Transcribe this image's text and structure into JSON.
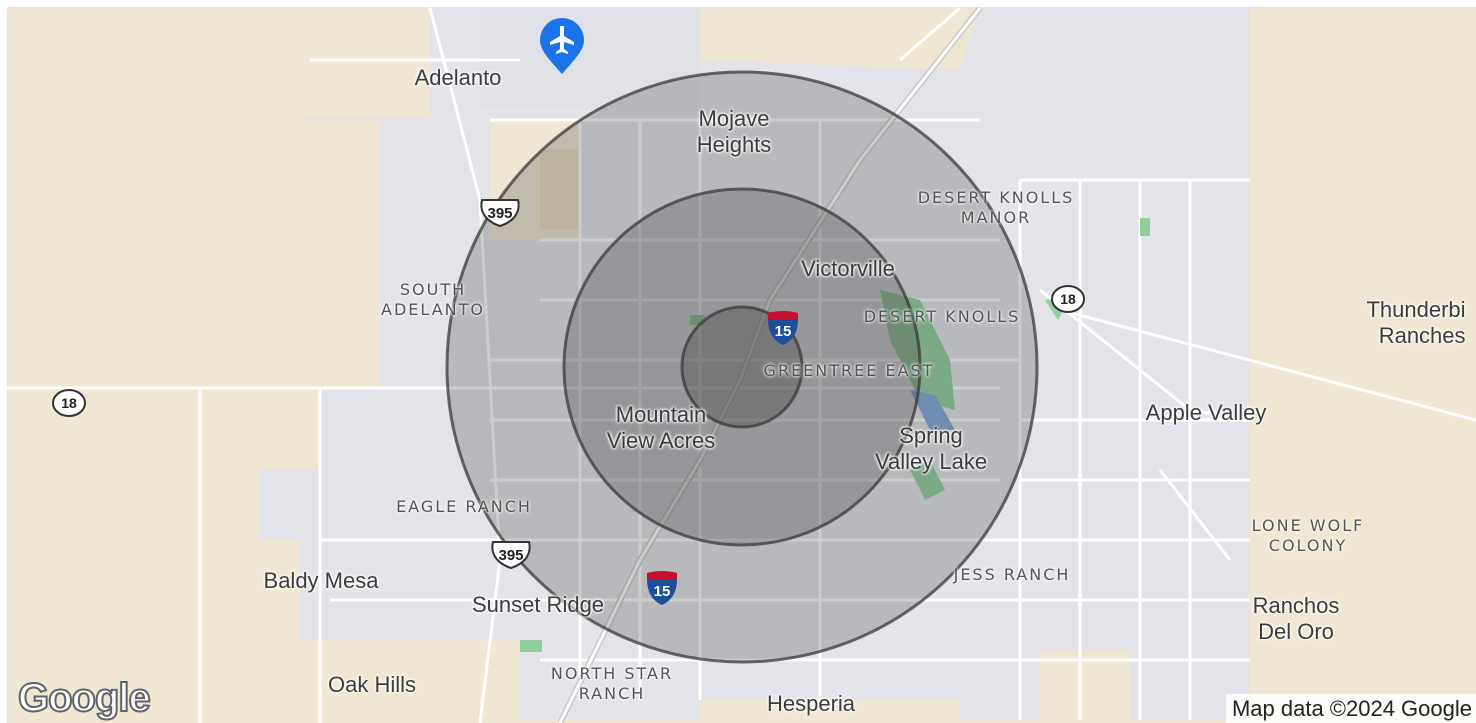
{
  "map": {
    "places": {
      "adelanto": "Adelanto",
      "mojave_heights": "Mojave\nHeights",
      "victorville": "Victorville",
      "mountain_view_acres": "Mountain\nView Acres",
      "spring_valley_lake": "Spring\nValley Lake",
      "apple_valley": "Apple Valley",
      "thunderbird_ranches": "Thunderbi\nRanches",
      "baldy_mesa": "Baldy Mesa",
      "sunset_ridge": "Sunset Ridge",
      "oak_hills": "Oak Hills",
      "hesperia": "Hesperia",
      "ranchos_del_oro": "Ranchos\nDel Oro"
    },
    "districts": {
      "desert_knolls_manor": "DESERT KNOLLS\nMANOR",
      "south_adelanto": "SOUTH\nADELANTO",
      "desert_knolls": "DESERT KNOLLS",
      "greentree_east": "GREENTREE EAST",
      "eagle_ranch": "EAGLE RANCH",
      "jess_ranch": "JESS RANCH",
      "lone_wolf_colony": "LONE WOLF\nCOLONY",
      "north_star_ranch": "NORTH STAR\nRANCH"
    },
    "shields": {
      "us395_north": "395",
      "us395_south": "395",
      "ca18_west": "18",
      "ca18_east": "18",
      "i15_north": "15",
      "i15_south": "15"
    },
    "airport_icon": "airplane-pin-icon",
    "radius_rings": 3,
    "colors": {
      "land": "#efe7d3",
      "urban": "#e3e5ea",
      "road": "#ffffff",
      "ring_fill": "#4a4a4a",
      "park": "#8fcf9e",
      "water": "#7ea6d8",
      "airport_pin": "#1a73e8"
    },
    "google_logo": "Google",
    "attribution": "Map data ©2024 Google"
  }
}
